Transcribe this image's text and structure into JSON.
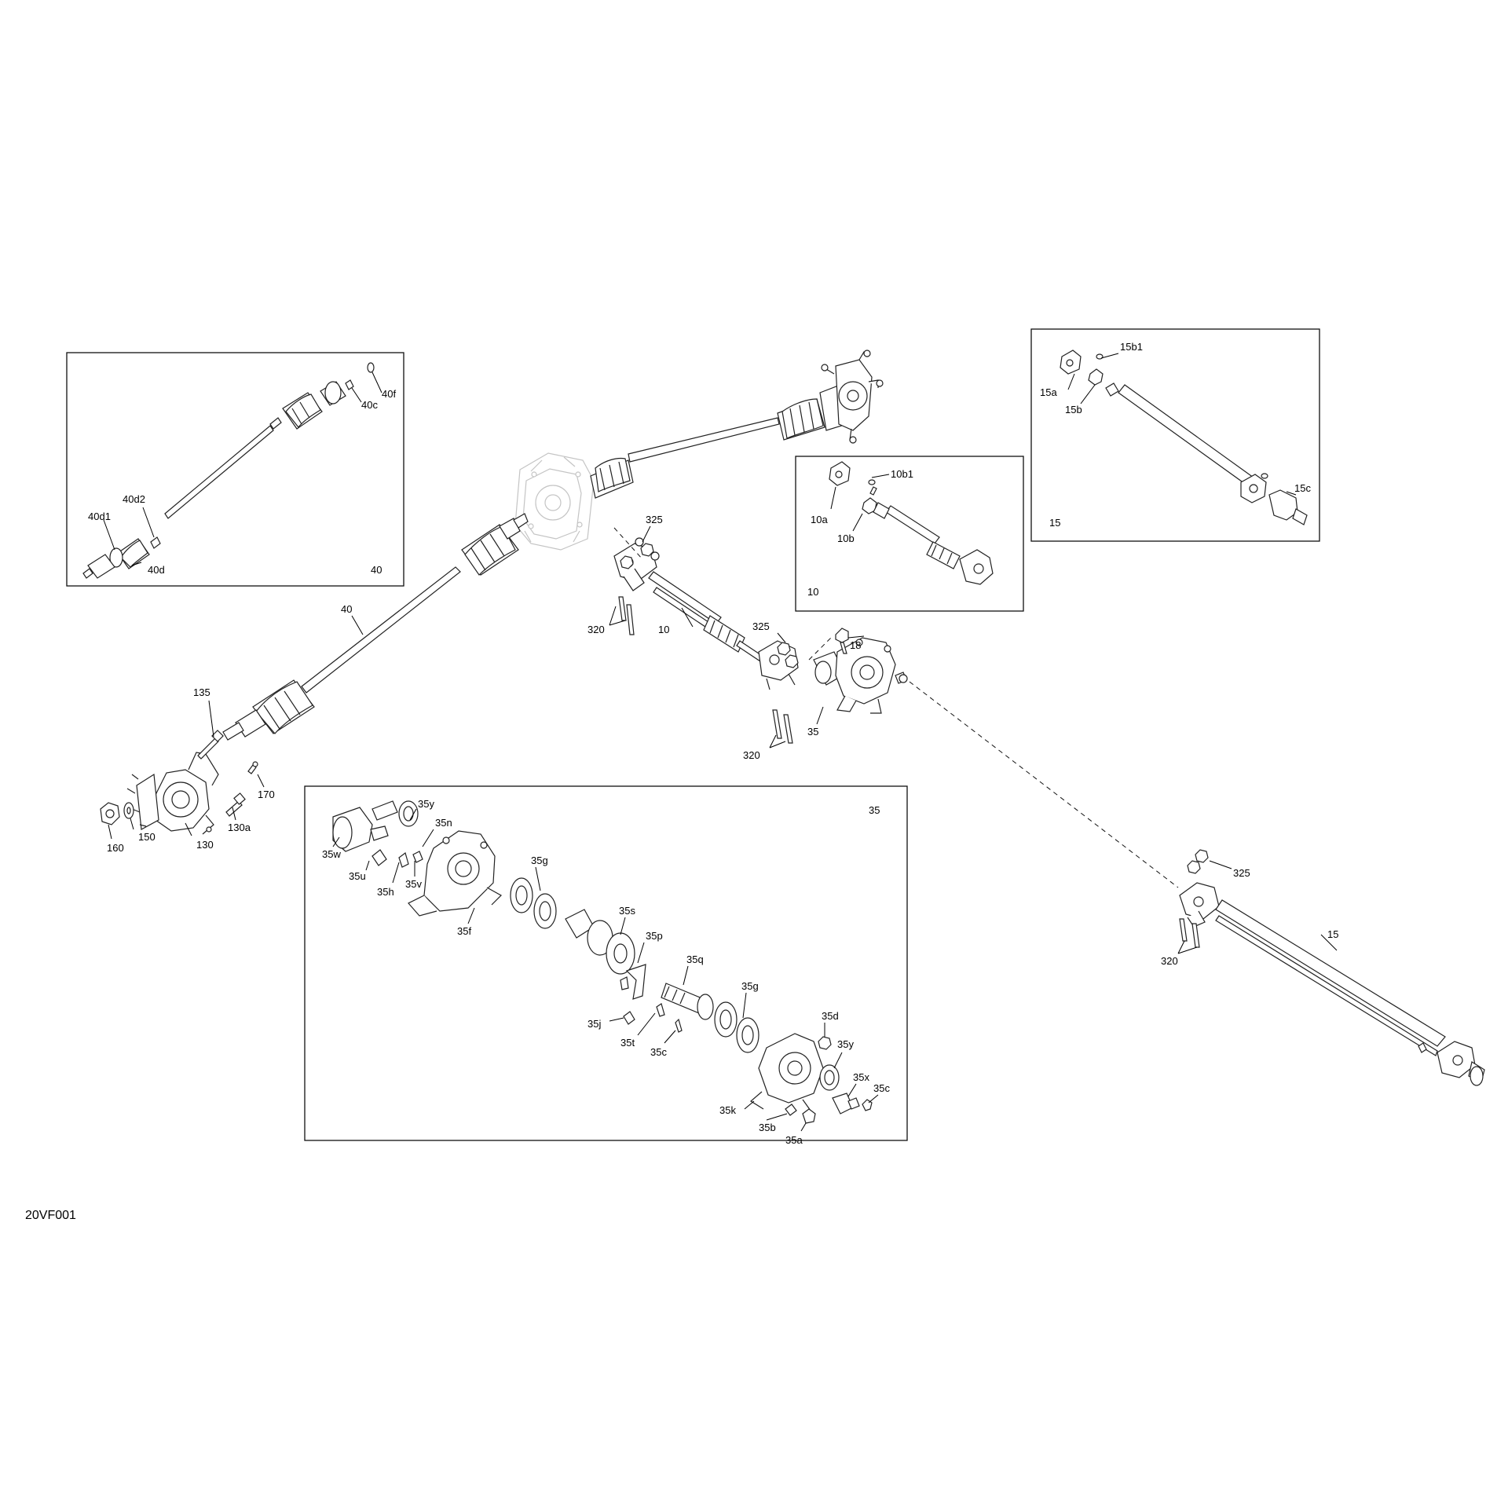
{
  "document": {
    "id": "20VF001"
  },
  "callouts": {
    "c40_main": "40",
    "c135": "135",
    "c170": "170",
    "c130a": "130a",
    "c130": "130",
    "c150": "150",
    "c160": "160",
    "c325_a": "325",
    "c320_a": "320",
    "c10_main": "10",
    "c325_b": "325",
    "c18": "18",
    "c320_b": "320",
    "c35_main": "35",
    "c325_c": "325",
    "c320_c": "320",
    "c15_main": "15"
  },
  "panel40": {
    "number": "40",
    "labels": {
      "l40f": "40f",
      "l40c": "40c",
      "l40d2": "40d2",
      "l40d1": "40d1",
      "l40d": "40d"
    }
  },
  "panel10": {
    "number": "10",
    "labels": {
      "l10b1": "10b1",
      "l10a": "10a",
      "l10b": "10b"
    }
  },
  "panel15": {
    "number": "15",
    "labels": {
      "l15b1": "15b1",
      "l15a": "15a",
      "l15b": "15b",
      "l15c": "15c"
    }
  },
  "panel35": {
    "number": "35",
    "labels": {
      "l35y_1": "35y",
      "l35n": "35n",
      "l35w": "35w",
      "l35u": "35u",
      "l35h": "35h",
      "l35v": "35v",
      "l35f": "35f",
      "l35g_1": "35g",
      "l35s": "35s",
      "l35p": "35p",
      "l35q": "35q",
      "l35g_2": "35g",
      "l35j": "35j",
      "l35t": "35t",
      "l35c_1": "35c",
      "l35d": "35d",
      "l35y_2": "35y",
      "l35x": "35x",
      "l35c_2": "35c",
      "l35k": "35k",
      "l35b": "35b",
      "l35a": "35a"
    }
  }
}
